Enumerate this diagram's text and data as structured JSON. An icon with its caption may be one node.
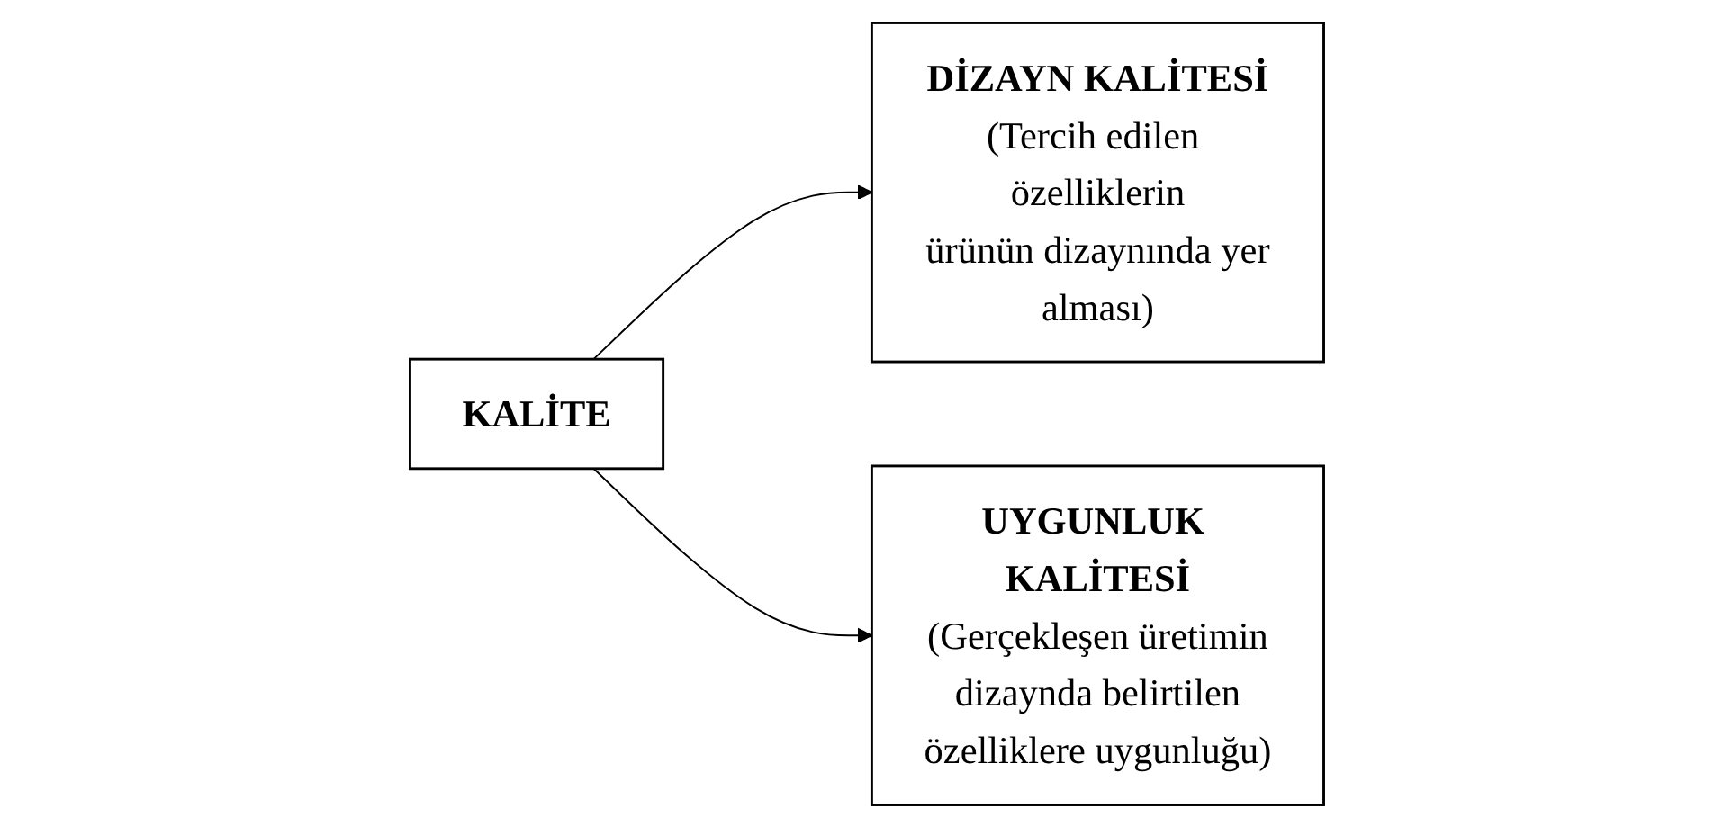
{
  "diagram": {
    "nodes": [
      {
        "text": [
          "KALİTE"
        ]
      },
      {
        "text": [
          "DİZAYN KALİTESİ",
          "(Tercih edilen özelliklerin ürünün dizaynında yer alması)"
        ]
      },
      {
        "text": [
          "UYGUNLUK KALİTESİ",
          "(Gerçekleşen üretimin dizaynda belirtilen özelliklere uygunluğu)"
        ]
      }
    ],
    "edges": [
      {
        "from": 0,
        "to": 1,
        "arrow": "to"
      },
      {
        "from": 0,
        "to": 2,
        "arrow": "to"
      }
    ]
  }
}
